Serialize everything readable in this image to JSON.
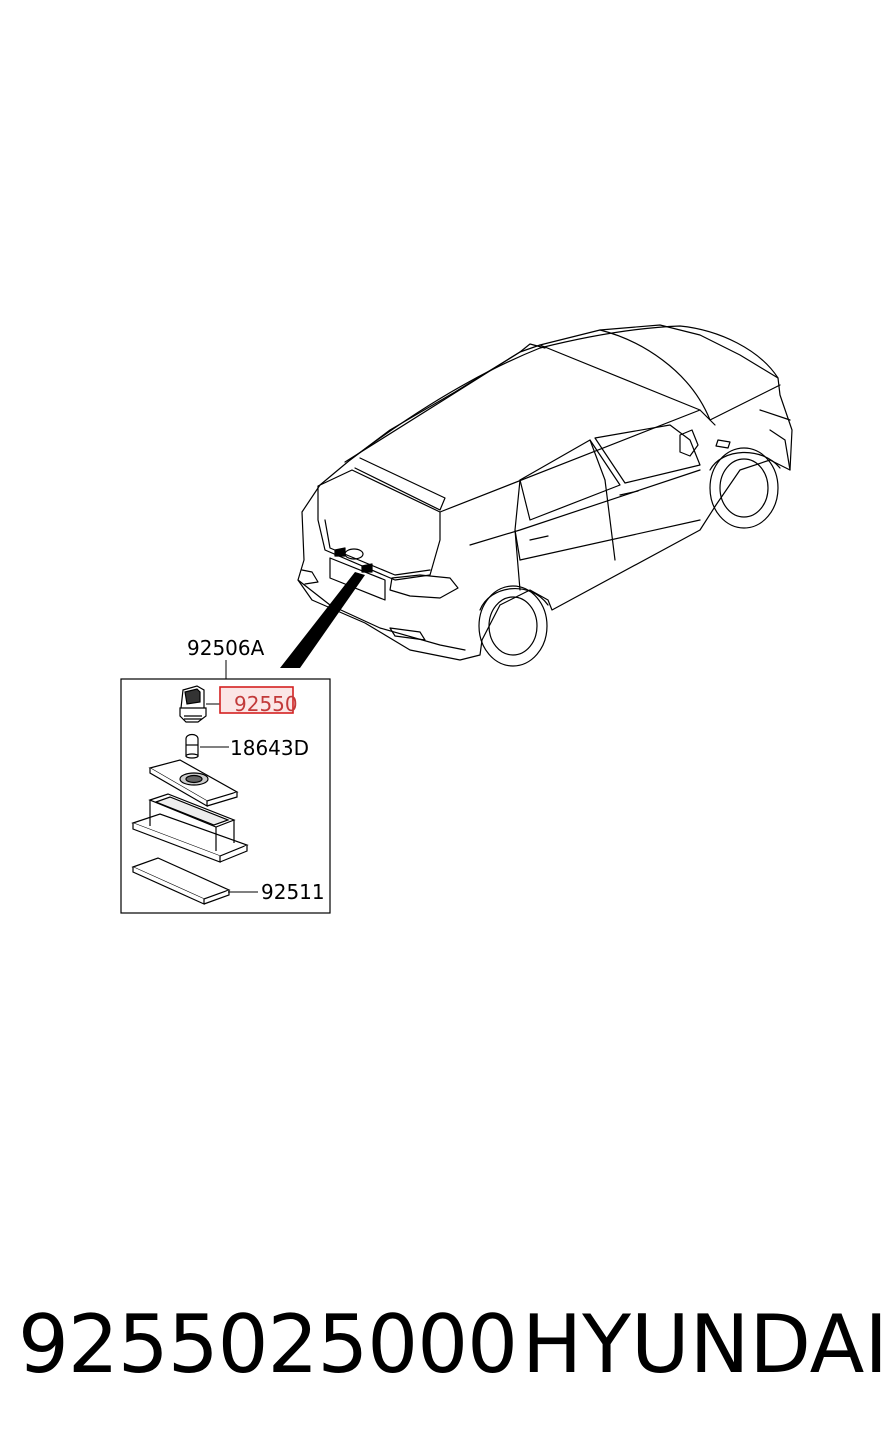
{
  "diagram": {
    "callouts": {
      "assembly": "92506A",
      "highlighted": "92550",
      "bulb": "18643D",
      "lens": "92511"
    },
    "highlight_color": "#d42020"
  },
  "footer": {
    "part_number": "9255025000",
    "brand": "HYUNDAI"
  }
}
